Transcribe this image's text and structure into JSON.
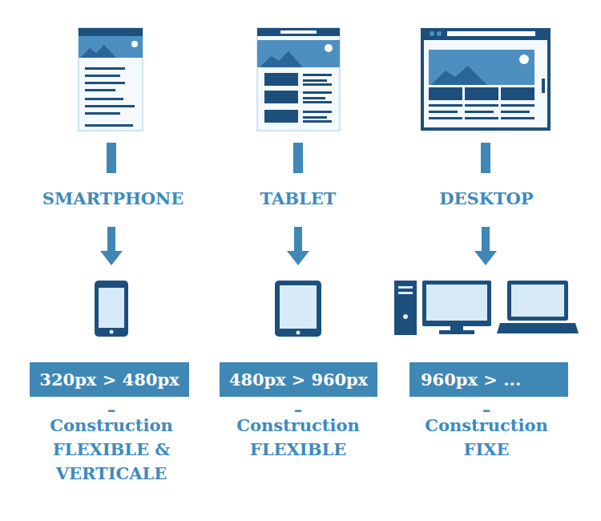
{
  "diagram": {
    "nodes": [
      {
        "text": [
          "320px > 480px"
        ]
      },
      {
        "text": [
          "480px > 960px"
        ]
      },
      {
        "text": [
          "960px > ..."
        ]
      }
    ],
    "labels": [
      "SMARTPHONE",
      "TABLET",
      "DESKTOP",
      "–",
      "Construction FLEXIBLE & VERTICALE",
      "–",
      "Construction FLEXIBLE",
      "–",
      "Construction FIXE"
    ]
  }
}
